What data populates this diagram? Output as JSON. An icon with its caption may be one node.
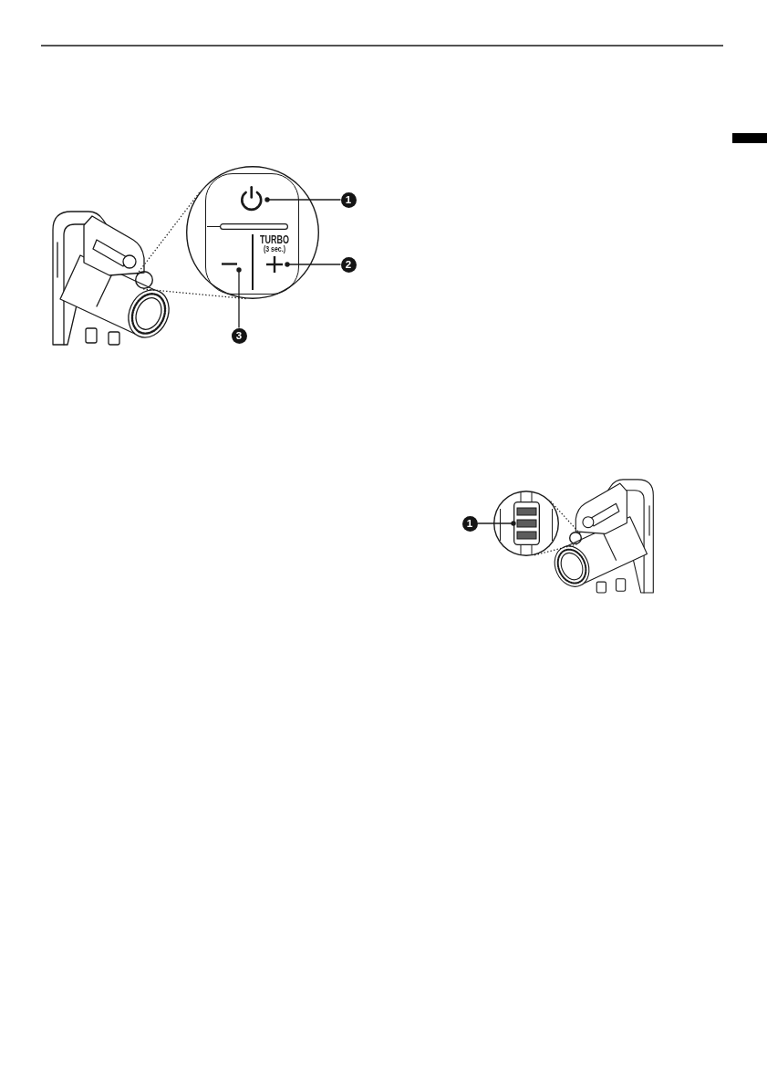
{
  "diagram": {
    "nodes": [
      {
        "text": [],
        "shape": "circle"
      },
      {
        "text": [],
        "shape": "circle"
      },
      {
        "text": [],
        "shape": "picture",
        "in": 1
      },
      {
        "text": [
          "1"
        ]
      },
      {
        "text": [],
        "shape": "picture",
        "in": 1,
        "beside": [
          "TURBO",
          "(3 sec.)"
        ]
      },
      {
        "text": [
          "2"
        ]
      },
      {
        "text": [],
        "shape": "picture",
        "in": 1
      },
      {
        "text": [
          "3"
        ]
      },
      {
        "text": [
          "1"
        ]
      },
      {
        "text": [],
        "shape": "circle"
      },
      {
        "text": [],
        "shape": "picture",
        "in": 9
      },
      {
        "text": [],
        "shape": "circle"
      }
    ],
    "edges": [
      {
        "from": 0,
        "to": 1,
        "arrow": "none",
        "style": "dashed"
      },
      {
        "from": 0,
        "to": 1,
        "arrow": "none",
        "style": "dashed"
      },
      {
        "from": 3,
        "to": 2,
        "arrow": "other"
      },
      {
        "from": 5,
        "to": 4,
        "arrow": "other"
      },
      {
        "from": 7,
        "to": 6,
        "arrow": "other"
      },
      {
        "from": 8,
        "to": 10,
        "arrow": "other"
      },
      {
        "from": 11,
        "to": 9,
        "arrow": "none",
        "style": "dashed"
      },
      {
        "from": 11,
        "to": 9,
        "arrow": "none",
        "style": "dashed"
      }
    ]
  }
}
